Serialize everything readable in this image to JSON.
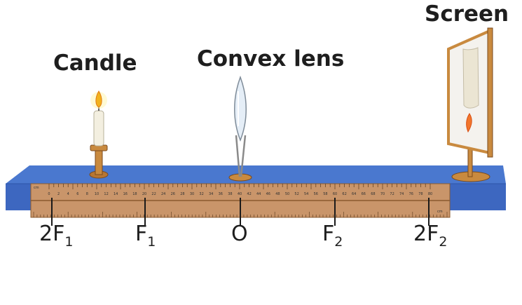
{
  "labels": {
    "candle": "Candle",
    "lens": "Convex lens",
    "screen": "Screen"
  },
  "points": [
    {
      "main": "2F",
      "sub": "1"
    },
    {
      "main": "F",
      "sub": "1"
    },
    {
      "main": "O",
      "sub": ""
    },
    {
      "main": "F",
      "sub": "2"
    },
    {
      "main": "2F",
      "sub": "2"
    }
  ],
  "scale": {
    "start": 0,
    "end": 80,
    "top_label": "cm",
    "bottom_label": "cm"
  },
  "colors": {
    "bench_top": "#4a78cf",
    "bench_front": "#3d67c0",
    "ruler": "#c9956a",
    "ruler_dark": "#8a5a2e",
    "stand": "#c98a3f",
    "flame": "#f2b21c"
  }
}
